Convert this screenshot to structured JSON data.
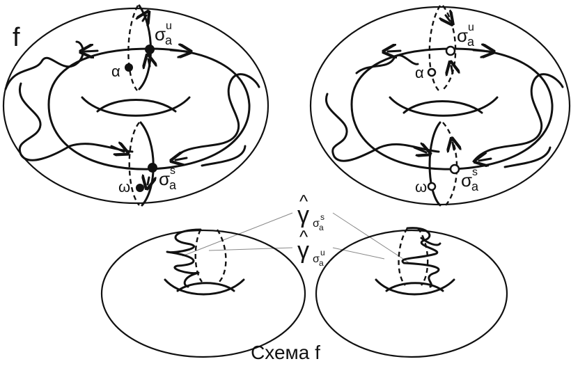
{
  "figure": {
    "label_f": "f",
    "caption": "Схема f",
    "left_torus": {
      "alpha": "α",
      "omega": "ω",
      "sigma": "σ",
      "sub_a": "a",
      "sup_u": "u",
      "sup_s": "s",
      "point_style": "filled"
    },
    "right_torus": {
      "alpha": "α",
      "omega": "ω",
      "sigma": "σ",
      "sub_a": "a",
      "sup_u": "u",
      "sup_s": "s",
      "point_style": "open"
    },
    "gamma_hat_s": {
      "hat": "^",
      "gamma": "γ",
      "sigma": "σ",
      "sub_a": "a",
      "sup": "s"
    },
    "gamma_hat_u": {
      "hat": "^",
      "gamma": "γ",
      "sigma": "σ",
      "sub_a": "a",
      "sup": "u"
    },
    "colors": {
      "ink": "#111111",
      "pointer": "#888888",
      "background": "#ffffff"
    }
  }
}
